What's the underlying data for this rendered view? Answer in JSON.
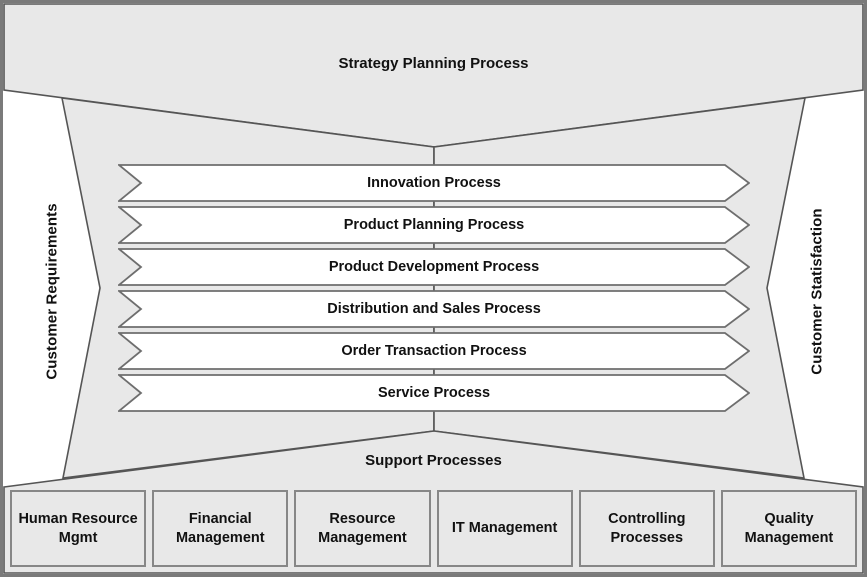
{
  "diagram": {
    "title_band": {
      "label": "Strategy Planning Process"
    },
    "support_band": {
      "label": "Support Processes"
    },
    "side_labels": {
      "left": "Customer Requirements",
      "right": "Customer Statisfaction"
    },
    "core_processes": [
      {
        "label": "Innovation Process"
      },
      {
        "label": "Product Planning Process"
      },
      {
        "label": "Product Development Process"
      },
      {
        "label": "Distribution and Sales Process"
      },
      {
        "label": "Order Transaction Process"
      },
      {
        "label": "Service Process"
      }
    ],
    "support_processes": [
      {
        "label": "Human Resource Mgmt"
      },
      {
        "label": "Financial Management"
      },
      {
        "label": "Resource Management"
      },
      {
        "label": "IT Management"
      },
      {
        "label": "Controlling Processes"
      },
      {
        "label": "Quality Management"
      }
    ],
    "colors": {
      "band_fill": "#e8e8e8",
      "band_stroke": "#555555",
      "frame_stroke": "#7a7a7a",
      "box_fill": "#e8e8e8",
      "box_stroke": "#878787",
      "chevron_fill": "#ffffff",
      "chevron_stroke": "#6e6e6e",
      "text": "#111111"
    }
  }
}
